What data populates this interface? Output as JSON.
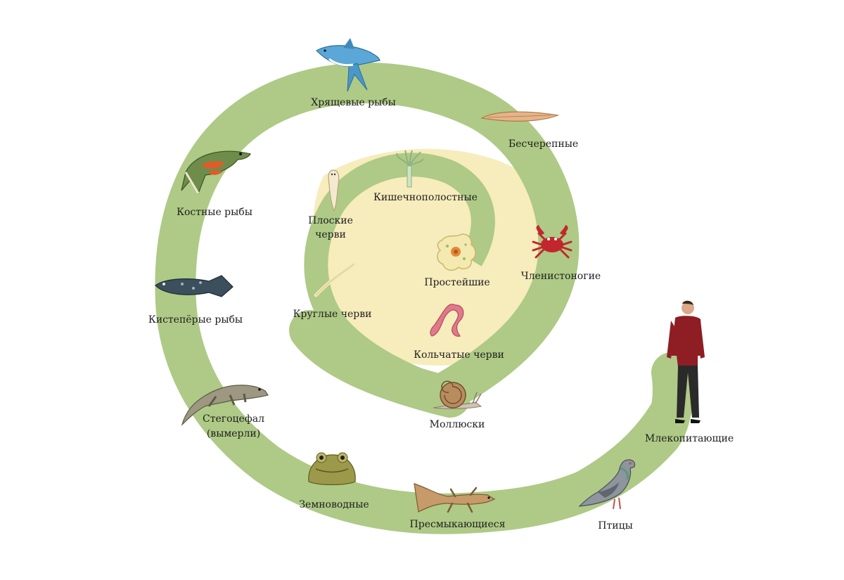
{
  "colors": {
    "outer_spiral": "#aeca86",
    "inner_core": "#f7ecbc",
    "background": "#ffffff",
    "text": "#1d1d1d"
  },
  "labels": {
    "protozoa": "Простейшие",
    "coelenterates": "Кишечнополостные",
    "flatworms_1": "Плоские",
    "flatworms_2": "черви",
    "roundworms": "Круглые черви",
    "annelids": "Кольчатые  черви",
    "mollusks": "Моллюски",
    "arthropods": "Членистоногие",
    "acrania": "Бесчерепные",
    "cartilaginous_fish": "Хрящевые рыбы",
    "bony_fish": "Костные рыбы",
    "lobe_finned_fish": "Кистепёрые рыбы",
    "stegocephalia_1": "Стегоцефал",
    "stegocephalia_2": "(вымерли)",
    "amphibians": "Земноводные",
    "reptiles": "Пресмыкающиеся",
    "birds": "Птицы",
    "mammals": "Млекопитающие"
  },
  "icons": [
    "amoeba-icon",
    "hydra-icon",
    "flatworm-icon",
    "roundworm-icon",
    "earthworm-icon",
    "snail-icon",
    "crab-icon",
    "lancelet-icon",
    "shark-icon",
    "pike-icon",
    "coelacanth-icon",
    "stegocephalian-icon",
    "frog-icon",
    "lizard-icon",
    "pigeon-icon",
    "human-icon"
  ]
}
